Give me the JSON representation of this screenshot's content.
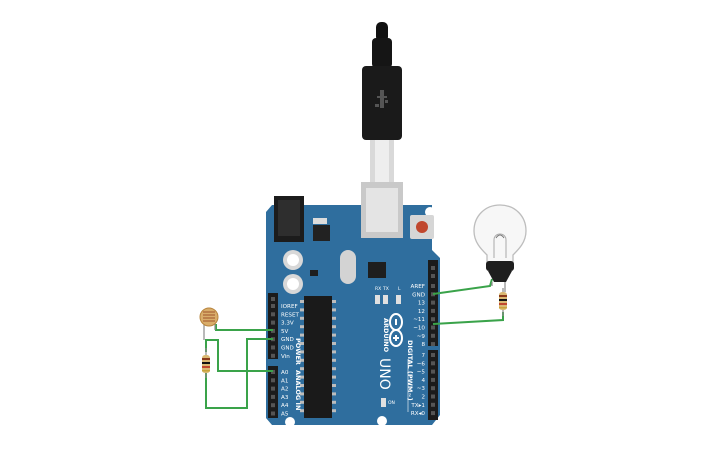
{
  "board": {
    "brand": "ARDUINO",
    "model": "UNO",
    "power_title": "POWER",
    "analog_title": "ANALOG IN",
    "digital_title": "DIGITAL (PWM~)",
    "on_label": "ON",
    "led_tx": "TX",
    "led_rx": "RX",
    "led_l": "L",
    "power_pins": [
      "IOREF",
      "RESET",
      "3.3V",
      "5V",
      "GND",
      "GND",
      "Vin"
    ],
    "analog_pins": [
      "A0",
      "A1",
      "A2",
      "A3",
      "A4",
      "A5"
    ],
    "digital_pins_top": [
      "AREF",
      "GND",
      "13",
      "12",
      "~11",
      "~10",
      "~9",
      "8"
    ],
    "digital_pins_bottom": [
      "7",
      "~6",
      "~5",
      "4",
      "~3",
      "2",
      "TX▸1",
      "RX◂0"
    ]
  },
  "colors": {
    "board_blue": "#2f6e9e",
    "wire_green": "#3aa34a",
    "header_black": "#1b1b1b"
  },
  "components": {
    "usb_cable": "usb-cable",
    "light_bulb": "light-bulb-icon",
    "photoresistor": "photoresistor-icon",
    "resistors": 2
  }
}
